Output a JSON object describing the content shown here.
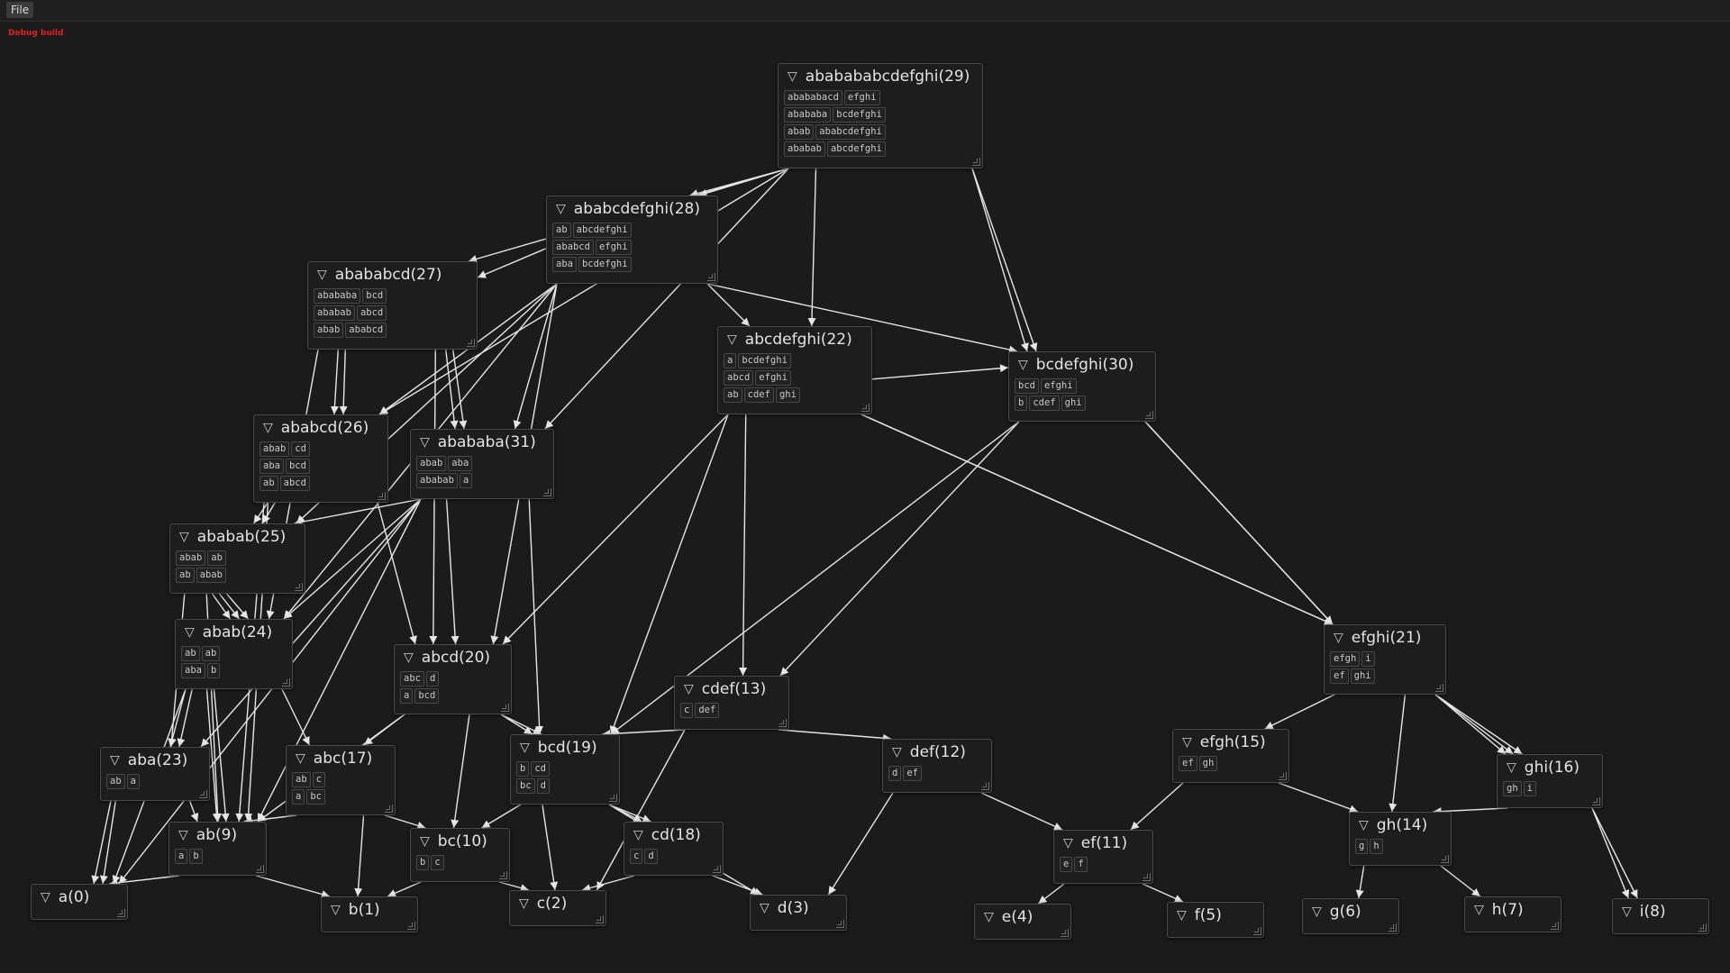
{
  "menu": {
    "file_label": "File"
  },
  "debug_label": "Debug build",
  "colors": {
    "background": "#1b1b1b",
    "edge": "#e6e6e6",
    "debug": "#e02020"
  },
  "nodes": [
    {
      "id": "n29",
      "title": "ababababcdefghi(29)",
      "rows": [
        [
          "abababacd",
          "efghi"
        ],
        [
          "abababa",
          "bcdefghi"
        ],
        [
          "abab",
          "ababcdefghi"
        ],
        [
          "ababab",
          "abcdefghi"
        ]
      ]
    },
    {
      "id": "n28",
      "title": "ababcdefghi(28)",
      "rows": [
        [
          "ab",
          "abcdefghi"
        ],
        [
          "ababcd",
          "efghi"
        ],
        [
          "aba",
          "bcdefghi"
        ]
      ]
    },
    {
      "id": "n27",
      "title": "abababcd(27)",
      "rows": [
        [
          "abababa",
          "bcd"
        ],
        [
          "ababab",
          "abcd"
        ],
        [
          "abab",
          "ababcd"
        ]
      ]
    },
    {
      "id": "n22",
      "title": "abcdefghi(22)",
      "rows": [
        [
          "a",
          "bcdefghi"
        ],
        [
          "abcd",
          "efghi"
        ],
        [
          "ab",
          "cdef",
          "ghi"
        ]
      ]
    },
    {
      "id": "n30",
      "title": "bcdefghi(30)",
      "rows": [
        [
          "bcd",
          "efghi"
        ],
        [
          "b",
          "cdef",
          "ghi"
        ]
      ]
    },
    {
      "id": "n26",
      "title": "ababcd(26)",
      "rows": [
        [
          "abab",
          "cd"
        ],
        [
          "aba",
          "bcd"
        ],
        [
          "ab",
          "abcd"
        ]
      ]
    },
    {
      "id": "n31",
      "title": "abababa(31)",
      "rows": [
        [
          "abab",
          "aba"
        ],
        [
          "ababab",
          "a"
        ]
      ]
    },
    {
      "id": "n25",
      "title": "ababab(25)",
      "rows": [
        [
          "abab",
          "ab"
        ],
        [
          "ab",
          "abab"
        ]
      ]
    },
    {
      "id": "n24",
      "title": "abab(24)",
      "rows": [
        [
          "ab",
          "ab"
        ],
        [
          "aba",
          "b"
        ]
      ]
    },
    {
      "id": "n20",
      "title": "abcd(20)",
      "rows": [
        [
          "abc",
          "d"
        ],
        [
          "a",
          "bcd"
        ]
      ]
    },
    {
      "id": "n13",
      "title": "cdef(13)",
      "rows": [
        [
          "c",
          "def"
        ]
      ]
    },
    {
      "id": "n21",
      "title": "efghi(21)",
      "rows": [
        [
          "efgh",
          "i"
        ],
        [
          "ef",
          "ghi"
        ]
      ]
    },
    {
      "id": "n23",
      "title": "aba(23)",
      "rows": [
        [
          "ab",
          "a"
        ]
      ]
    },
    {
      "id": "n17",
      "title": "abc(17)",
      "rows": [
        [
          "ab",
          "c"
        ],
        [
          "a",
          "bc"
        ]
      ]
    },
    {
      "id": "n19",
      "title": "bcd(19)",
      "rows": [
        [
          "b",
          "cd"
        ],
        [
          "bc",
          "d"
        ]
      ]
    },
    {
      "id": "n12",
      "title": "def(12)",
      "rows": [
        [
          "d",
          "ef"
        ]
      ]
    },
    {
      "id": "n15",
      "title": "efgh(15)",
      "rows": [
        [
          "ef",
          "gh"
        ]
      ]
    },
    {
      "id": "n16",
      "title": "ghi(16)",
      "rows": [
        [
          "gh",
          "i"
        ]
      ]
    },
    {
      "id": "n9",
      "title": "ab(9)",
      "rows": [
        [
          "a",
          "b"
        ]
      ]
    },
    {
      "id": "n10",
      "title": "bc(10)",
      "rows": [
        [
          "b",
          "c"
        ]
      ]
    },
    {
      "id": "n18",
      "title": "cd(18)",
      "rows": [
        [
          "c",
          "d"
        ]
      ]
    },
    {
      "id": "n11",
      "title": "ef(11)",
      "rows": [
        [
          "e",
          "f"
        ]
      ]
    },
    {
      "id": "n14",
      "title": "gh(14)",
      "rows": [
        [
          "g",
          "h"
        ]
      ]
    },
    {
      "id": "n0",
      "title": "a(0)",
      "rows": []
    },
    {
      "id": "n1",
      "title": "b(1)",
      "rows": []
    },
    {
      "id": "n2",
      "title": "c(2)",
      "rows": []
    },
    {
      "id": "n3",
      "title": "d(3)",
      "rows": []
    },
    {
      "id": "n4",
      "title": "e(4)",
      "rows": []
    },
    {
      "id": "n5",
      "title": "f(5)",
      "rows": []
    },
    {
      "id": "n6",
      "title": "g(6)",
      "rows": []
    },
    {
      "id": "n7",
      "title": "h(7)",
      "rows": []
    },
    {
      "id": "n8",
      "title": "i(8)",
      "rows": []
    }
  ],
  "edges": [
    [
      "n29",
      "n28"
    ],
    [
      "n29",
      "n28"
    ],
    [
      "n29",
      "n27"
    ],
    [
      "n29",
      "n31"
    ],
    [
      "n29",
      "n26"
    ],
    [
      "n29",
      "n22"
    ],
    [
      "n29",
      "n30"
    ],
    [
      "n29",
      "n30"
    ],
    [
      "n28",
      "n27"
    ],
    [
      "n28",
      "n22"
    ],
    [
      "n28",
      "n30"
    ],
    [
      "n28",
      "n26"
    ],
    [
      "n28",
      "n31"
    ],
    [
      "n28",
      "n25"
    ],
    [
      "n28",
      "n24"
    ],
    [
      "n28",
      "n20"
    ],
    [
      "n27",
      "n26"
    ],
    [
      "n27",
      "n26"
    ],
    [
      "n27",
      "n31"
    ],
    [
      "n27",
      "n31"
    ],
    [
      "n27",
      "n20"
    ],
    [
      "n27",
      "n24"
    ],
    [
      "n22",
      "n30"
    ],
    [
      "n22",
      "n21"
    ],
    [
      "n22",
      "n21"
    ],
    [
      "n22",
      "n13"
    ],
    [
      "n22",
      "n20"
    ],
    [
      "n22",
      "n19"
    ],
    [
      "n30",
      "n21"
    ],
    [
      "n30",
      "n21"
    ],
    [
      "n30",
      "n13"
    ],
    [
      "n30",
      "n19"
    ],
    [
      "n26",
      "n25"
    ],
    [
      "n26",
      "n25"
    ],
    [
      "n26",
      "n20"
    ],
    [
      "n26",
      "n9"
    ],
    [
      "n26",
      "n9"
    ],
    [
      "n31",
      "n25"
    ],
    [
      "n31",
      "n24"
    ],
    [
      "n31",
      "n23"
    ],
    [
      "n31",
      "n9"
    ],
    [
      "n31",
      "n0"
    ],
    [
      "n31",
      "n19"
    ],
    [
      "n31",
      "n20"
    ],
    [
      "n25",
      "n24"
    ],
    [
      "n25",
      "n24"
    ],
    [
      "n25",
      "n24"
    ],
    [
      "n25",
      "n23"
    ],
    [
      "n25",
      "n9"
    ],
    [
      "n24",
      "n23"
    ],
    [
      "n24",
      "n23"
    ],
    [
      "n24",
      "n9"
    ],
    [
      "n24",
      "n9"
    ],
    [
      "n24",
      "n0"
    ],
    [
      "n24",
      "n17"
    ],
    [
      "n20",
      "n17"
    ],
    [
      "n20",
      "n19"
    ],
    [
      "n20",
      "n19"
    ],
    [
      "n20",
      "n10"
    ],
    [
      "n20",
      "n9"
    ],
    [
      "n13",
      "n12"
    ],
    [
      "n13",
      "n19"
    ],
    [
      "n13",
      "n2"
    ],
    [
      "n21",
      "n15"
    ],
    [
      "n21",
      "n16"
    ],
    [
      "n21",
      "n16"
    ],
    [
      "n21",
      "n16"
    ],
    [
      "n21",
      "n14"
    ],
    [
      "n23",
      "n0"
    ],
    [
      "n23",
      "n0"
    ],
    [
      "n23",
      "n9"
    ],
    [
      "n17",
      "n9"
    ],
    [
      "n17",
      "n10"
    ],
    [
      "n17",
      "n1"
    ],
    [
      "n19",
      "n10"
    ],
    [
      "n19",
      "n18"
    ],
    [
      "n19",
      "n18"
    ],
    [
      "n19",
      "n3"
    ],
    [
      "n19",
      "n2"
    ],
    [
      "n12",
      "n11"
    ],
    [
      "n12",
      "n3"
    ],
    [
      "n15",
      "n11"
    ],
    [
      "n15",
      "n14"
    ],
    [
      "n16",
      "n14"
    ],
    [
      "n16",
      "n8"
    ],
    [
      "n16",
      "n8"
    ],
    [
      "n9",
      "n0"
    ],
    [
      "n9",
      "n1"
    ],
    [
      "n10",
      "n1"
    ],
    [
      "n10",
      "n2"
    ],
    [
      "n18",
      "n2"
    ],
    [
      "n18",
      "n3"
    ],
    [
      "n11",
      "n4"
    ],
    [
      "n11",
      "n5"
    ],
    [
      "n14",
      "n6"
    ],
    [
      "n14",
      "n7"
    ]
  ]
}
